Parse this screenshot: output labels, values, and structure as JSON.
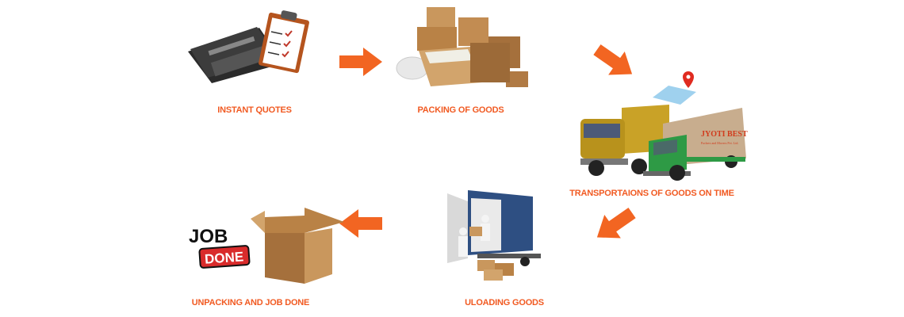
{
  "colors": {
    "accent": "#f15a22",
    "arrow": "#f26522"
  },
  "steps": [
    {
      "label": "INSTANT QUOTES",
      "icon": "calculator-clipboard-icon"
    },
    {
      "label": "PACKING OF GOODS",
      "icon": "boxes-icon"
    },
    {
      "label": "TRANSPORTAIONS OF GOODS ON TIME",
      "icon": "trucks-icon"
    },
    {
      "label": "ULOADING GOODS",
      "icon": "unloading-truck-icon"
    },
    {
      "label": "UNPACKING AND JOB DONE",
      "icon": "open-box-icon"
    }
  ],
  "truck_brand": {
    "name": "JYOTI BEST",
    "tagline": "Packers and Movers Pvt. Ltd."
  },
  "job_done": {
    "line1": "JOB",
    "line2": "DONE"
  }
}
